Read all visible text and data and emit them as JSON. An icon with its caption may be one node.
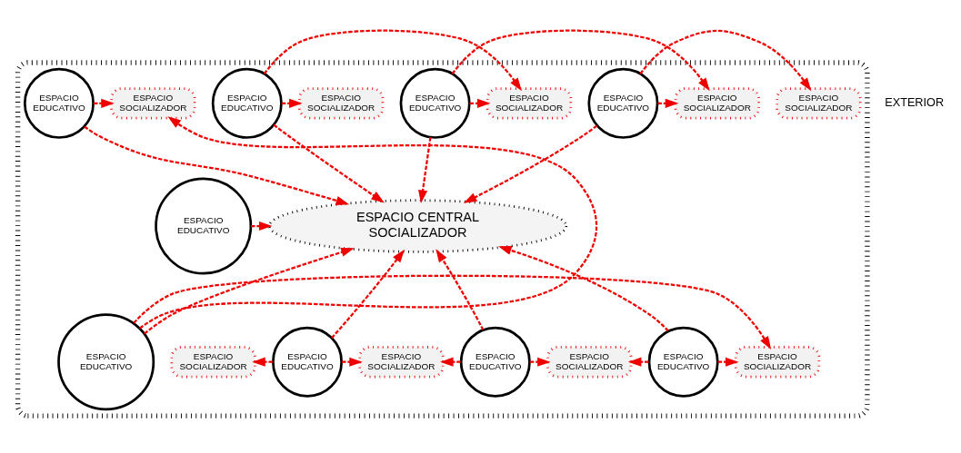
{
  "diagram": {
    "nodes": [
      {
        "text": [],
        "shape": "cloud"
      },
      {
        "text": [
          "ESPACIO SOCIALIZADOR"
        ],
        "in": 0
      },
      {
        "text": [
          "ESPACIO EDUCATIVO"
        ],
        "in": 0
      },
      {
        "text": [
          "ESPACIO SOCIALIZADOR"
        ],
        "in": 0
      },
      {
        "text": [
          "ESPACIO EDUCATIVO"
        ],
        "in": 0
      },
      {
        "text": [
          "ESPACIO SOCIALIZADOR"
        ],
        "in": 0
      },
      {
        "text": [
          "ESPACIO EDUCATIVO"
        ],
        "in": 0
      },
      {
        "text": [
          "ESPACIO SOCIALIZADOR"
        ],
        "in": 0
      },
      {
        "text": [
          "ESPACIO EDUCATIVO"
        ],
        "in": 0
      },
      {
        "text": [
          "ESPACIO SOCIALIZADOR"
        ],
        "in": 0
      },
      {
        "text": [
          "ESPACIO EDUCATIVO"
        ],
        "in": 0
      },
      {
        "text": [
          "ESPACIO CENTRAL SOCIALIZADOR"
        ],
        "in": 0
      },
      {
        "text": [
          "ESPACIO SOCIALIZADOR"
        ],
        "in": 0
      },
      {
        "text": [
          "ESPACIO EDUCATIVO"
        ],
        "in": 0
      },
      {
        "text": [
          "ESPACIO SOCIALIZADOR"
        ],
        "in": 0
      },
      {
        "text": [
          "ESPACIO EDUCATIVO"
        ],
        "in": 0
      },
      {
        "text": [
          "ESPACIO SOCIALIZADOR"
        ],
        "in": 0
      },
      {
        "text": [
          "ESPACIO EDUCATIVO"
        ],
        "in": 0
      },
      {
        "text": [
          "ESPACIO SOCIALIZADOR"
        ],
        "in": 0
      },
      {
        "text": [
          "ESPACIO EDUCATIVO"
        ],
        "in": 0
      }
    ],
    "edges": [
      {
        "from": 2,
        "to": 1,
        "arrow": "to",
        "style": "dashed"
      },
      {
        "from": 2,
        "to": 3,
        "arrow": "to",
        "style": "dashed"
      },
      {
        "from": 2,
        "to": 11,
        "arrow": "to",
        "style": "dashed"
      },
      {
        "from": 4,
        "to": 3,
        "arrow": "to",
        "style": "dashed"
      },
      {
        "from": 4,
        "to": 5,
        "arrow": "to",
        "style": "dashed"
      },
      {
        "from": 4,
        "to": 11,
        "arrow": "to",
        "style": "dashed"
      },
      {
        "from": 6,
        "to": 5,
        "arrow": "to",
        "style": "dashed"
      },
      {
        "from": 6,
        "to": 7,
        "arrow": "to",
        "style": "dashed"
      },
      {
        "from": 6,
        "to": 11,
        "arrow": "to",
        "style": "dashed"
      },
      {
        "from": 8,
        "to": 11,
        "arrow": "to",
        "style": "dashed"
      },
      {
        "from": 8,
        "to": 9,
        "arrow": "to",
        "style": "dashed"
      },
      {
        "from": 10,
        "to": 11,
        "arrow": "to",
        "style": "dashed"
      },
      {
        "from": 13,
        "to": 12,
        "arrow": "to",
        "style": "dashed"
      },
      {
        "from": 13,
        "to": 11,
        "arrow": "to",
        "style": "dashed"
      },
      {
        "from": 13,
        "to": 14,
        "arrow": "to",
        "style": "dashed"
      },
      {
        "from": 15,
        "to": 14,
        "arrow": "to",
        "style": "dashed"
      },
      {
        "from": 15,
        "to": 11,
        "arrow": "to",
        "style": "dashed"
      },
      {
        "from": 15,
        "to": 16,
        "arrow": "to",
        "style": "dashed"
      },
      {
        "from": 17,
        "to": 16,
        "arrow": "to",
        "style": "dashed"
      },
      {
        "from": 17,
        "to": 11,
        "arrow": "to",
        "style": "dashed"
      },
      {
        "from": 17,
        "to": 18,
        "arrow": "to",
        "style": "dashed"
      },
      {
        "from": 19,
        "to": 9,
        "arrow": "to",
        "style": "dashed"
      },
      {
        "from": 19,
        "to": 11,
        "arrow": "to",
        "style": "dashed"
      },
      {
        "from": 19,
        "to": 18,
        "arrow": "to",
        "style": "dashed"
      }
    ],
    "labels": [
      "EXTERIOR"
    ]
  }
}
